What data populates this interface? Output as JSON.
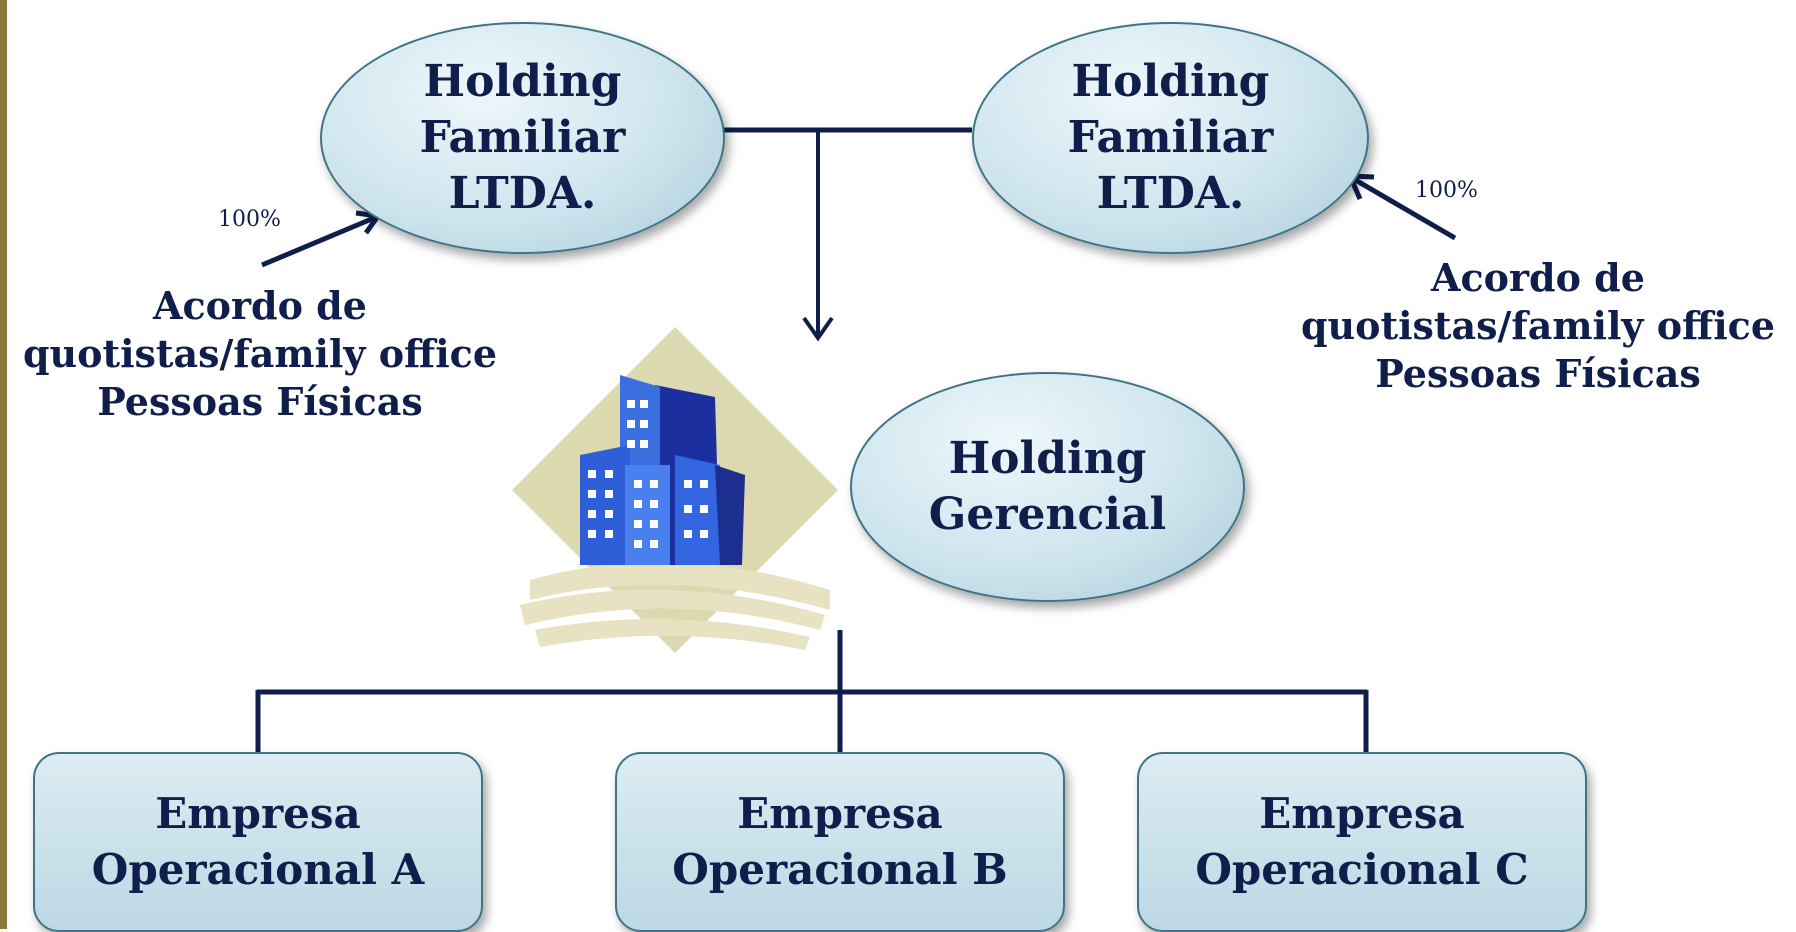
{
  "top_left_holding": {
    "line1": "Holding",
    "line2": "Familiar",
    "line3": "LTDA."
  },
  "top_right_holding": {
    "line1": "Holding",
    "line2": "Familiar",
    "line3": "LTDA."
  },
  "management_holding": {
    "line1": "Holding",
    "line2": "Gerencial"
  },
  "left_note": {
    "line1": "Acordo de",
    "line2": "quotistas/family office",
    "line3": "Pessoas Físicas",
    "percentage": "100%"
  },
  "right_note": {
    "line1": "Acordo de",
    "line2": "quotistas/family office",
    "line3": "Pessoas Físicas",
    "percentage": "100%"
  },
  "companies": [
    {
      "line1": "Empresa",
      "line2": "Operacional A"
    },
    {
      "line1": "Empresa",
      "line2": "Operacional B"
    },
    {
      "line1": "Empresa",
      "line2": "Operacional C"
    }
  ],
  "colors": {
    "connector": "#0f1e4a",
    "node_border": "#3f7487",
    "text": "#0f1e4a",
    "accent_bar": "#8b7a3a"
  }
}
